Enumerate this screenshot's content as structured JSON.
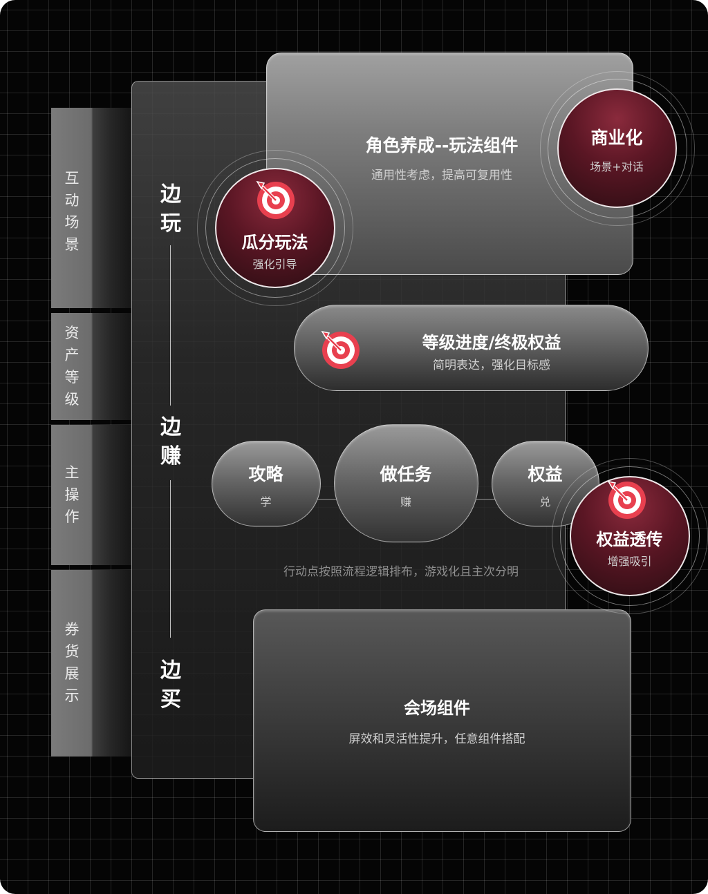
{
  "side_categories": [
    {
      "label": "互动场景"
    },
    {
      "label": "资产等级"
    },
    {
      "label": "主操作"
    },
    {
      "label": "券货展示"
    }
  ],
  "flow_labels": [
    "边玩",
    "边赚",
    "边买"
  ],
  "top_card": {
    "title": "角色养成--玩法组件",
    "subtitle": "通用性考虑，提高可复用性"
  },
  "badges": {
    "commercial": {
      "title": "商业化",
      "subtitle": "场景+对话"
    },
    "split": {
      "title": "瓜分玩法",
      "subtitle": "强化引导",
      "icon": "target-icon"
    },
    "benefit": {
      "title": "权益透传",
      "subtitle": "增强吸引",
      "icon": "target-icon"
    }
  },
  "level_pill": {
    "title": "等级进度/终极权益",
    "subtitle": "简明表达，强化目标感",
    "icon": "target-icon"
  },
  "actions": [
    {
      "title": "攻略",
      "caption": "学"
    },
    {
      "title": "做任务",
      "caption": "赚"
    },
    {
      "title": "权益",
      "caption": "兑"
    }
  ],
  "actions_note": "行动点按照流程逻辑排布，游戏化且主次分明",
  "venue_card": {
    "title": "会场组件",
    "subtitle": "屏效和灵活性提升，任意组件搭配"
  },
  "colors": {
    "accent": "#e8404f",
    "badge_dark": "#5a1624"
  }
}
